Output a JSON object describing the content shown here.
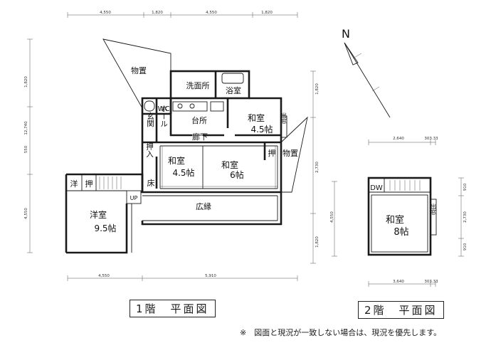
{
  "compass": {
    "north": "N"
  },
  "floor1": {
    "title": "1階　平面図",
    "rooms": {
      "storage_top": "物置",
      "washroom": "洗面所",
      "bath": "浴室",
      "wc": "WC",
      "hall": "ホール",
      "kitchen": "台所",
      "entrance": "玄関",
      "corridor": "廊下",
      "washitsu_a_name": "和室",
      "washitsu_a_size": "4.5帖",
      "de_mado_a": "出窓",
      "oshiire_a": "押入",
      "washitsu_b_name": "和室",
      "washitsu_b_size": "4.5帖",
      "washitsu_c_name": "和室",
      "washitsu_c_size": "6帖",
      "oshiire_b": "押",
      "storage_right": "物置",
      "yo": "洋",
      "oshi": "押",
      "toko": "床",
      "up": "UP",
      "engawa": "広縁",
      "yoshitsu_name": "洋室",
      "yoshitsu_size": "9.5帖"
    },
    "dims_top": [
      "4,550",
      "1,820",
      "4,550",
      "1,820"
    ],
    "dims_bottom": [
      "4,550",
      "5,910"
    ],
    "dims_left": [
      "1,820",
      "12,740",
      "550",
      "4,550"
    ],
    "dims_right": [
      "1,820",
      "2,730",
      "1,820"
    ]
  },
  "floor2": {
    "title": "2階　平面図",
    "rooms": {
      "dw": "DW",
      "washitsu_name": "和室",
      "washitsu_size": "8帖",
      "de_mado": "出窓"
    },
    "dims_top": [
      "2,640",
      "303.33"
    ],
    "dims_bottom": [
      "3,640",
      "303.33"
    ],
    "dims_left": [
      "4,550"
    ],
    "dims_right": [
      "910",
      "2,730",
      "910"
    ]
  },
  "note": {
    "mark": "※",
    "text": "図面と現況が一致しない場合は、現況を優先します。"
  }
}
